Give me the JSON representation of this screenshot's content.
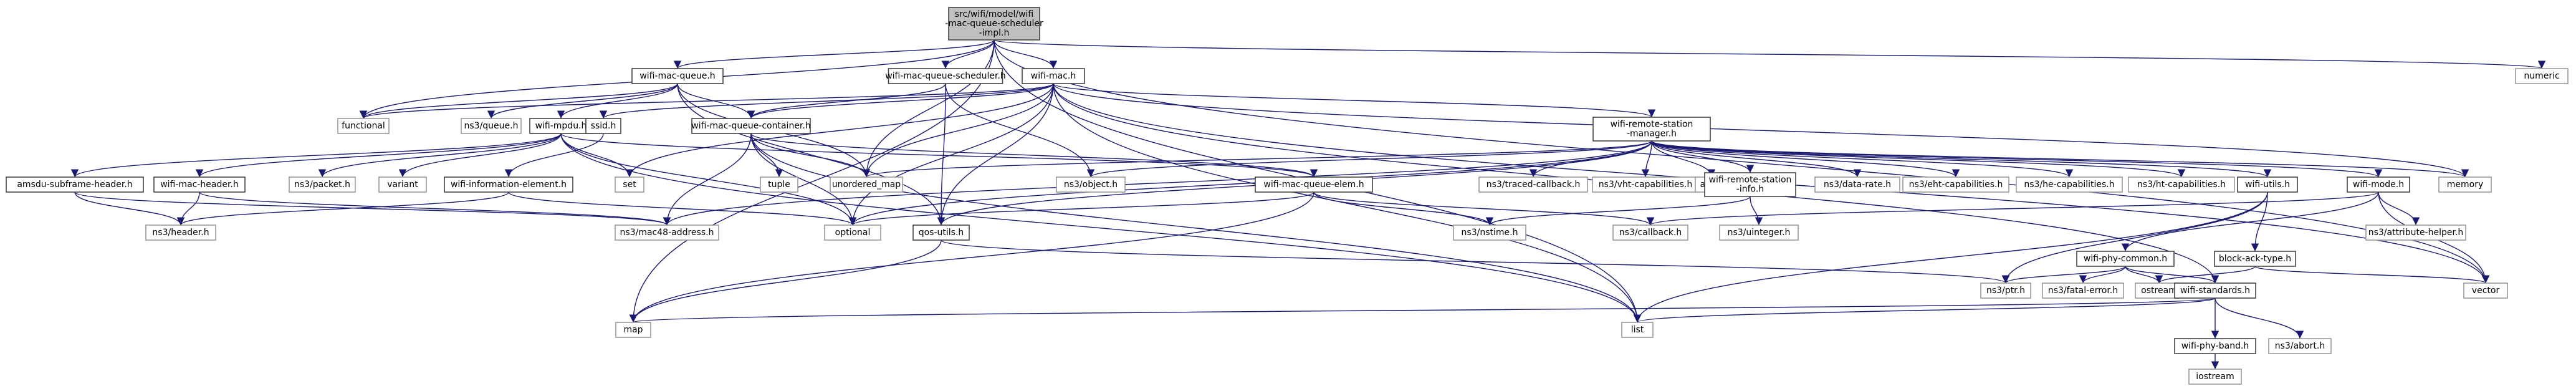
{
  "graph": {
    "edge_color": "#191970",
    "root_fill": "#bfbfbf",
    "nodes": [
      {
        "id": "root",
        "kind": "root",
        "lines": [
          "src/wifi/model/wifi",
          "-mac-queue-scheduler",
          "-impl.h"
        ]
      },
      {
        "id": "macq",
        "kind": "internal",
        "lines": [
          "wifi-mac-queue.h"
        ]
      },
      {
        "id": "mqs",
        "kind": "internal",
        "lines": [
          "wifi-mac-queue-scheduler.h"
        ]
      },
      {
        "id": "mac",
        "kind": "internal",
        "lines": [
          "wifi-mac.h"
        ]
      },
      {
        "id": "functional",
        "kind": "leaf",
        "lines": [
          "functional"
        ]
      },
      {
        "id": "queue",
        "kind": "leaf",
        "lines": [
          "ns3/queue.h"
        ]
      },
      {
        "id": "mpdu",
        "kind": "internal",
        "lines": [
          "wifi-mpdu.h"
        ]
      },
      {
        "id": "ssid",
        "kind": "internal",
        "lines": [
          "ssid.h"
        ]
      },
      {
        "id": "mqc",
        "kind": "internal",
        "lines": [
          "wifi-mac-queue-container.h"
        ]
      },
      {
        "id": "rsm",
        "kind": "internal",
        "lines": [
          "wifi-remote-station",
          "-manager.h"
        ]
      },
      {
        "id": "numeric",
        "kind": "leaf",
        "lines": [
          "numeric"
        ]
      },
      {
        "id": "amsdu",
        "kind": "internal",
        "lines": [
          "amsdu-subframe-header.h"
        ]
      },
      {
        "id": "machdr",
        "kind": "internal",
        "lines": [
          "wifi-mac-header.h"
        ]
      },
      {
        "id": "packet",
        "kind": "leaf",
        "lines": [
          "ns3/packet.h"
        ]
      },
      {
        "id": "variant",
        "kind": "leaf",
        "lines": [
          "variant"
        ]
      },
      {
        "id": "wie",
        "kind": "internal",
        "lines": [
          "wifi-information-element.h"
        ]
      },
      {
        "id": "set",
        "kind": "leaf",
        "lines": [
          "set"
        ]
      },
      {
        "id": "tuple",
        "kind": "leaf",
        "lines": [
          "tuple"
        ]
      },
      {
        "id": "umap",
        "kind": "leaf",
        "lines": [
          "unordered_map"
        ]
      },
      {
        "id": "mqe",
        "kind": "internal",
        "lines": [
          "wifi-mac-queue-elem.h"
        ]
      },
      {
        "id": "object",
        "kind": "leaf",
        "lines": [
          "ns3/object.h"
        ]
      },
      {
        "id": "tcb",
        "kind": "leaf",
        "lines": [
          "ns3/traced-callback.h"
        ]
      },
      {
        "id": "vht",
        "kind": "leaf",
        "lines": [
          "ns3/vht-capabilities.h"
        ]
      },
      {
        "id": "array",
        "kind": "leaf",
        "lines": [
          "array"
        ]
      },
      {
        "id": "rsi",
        "kind": "internal",
        "lines": [
          "wifi-remote-station",
          "-info.h"
        ]
      },
      {
        "id": "drate",
        "kind": "leaf",
        "lines": [
          "ns3/data-rate.h"
        ]
      },
      {
        "id": "eht",
        "kind": "leaf",
        "lines": [
          "ns3/eht-capabilities.h"
        ]
      },
      {
        "id": "he",
        "kind": "leaf",
        "lines": [
          "ns3/he-capabilities.h"
        ]
      },
      {
        "id": "ht",
        "kind": "leaf",
        "lines": [
          "ns3/ht-capabilities.h"
        ]
      },
      {
        "id": "utils",
        "kind": "internal",
        "lines": [
          "wifi-utils.h"
        ]
      },
      {
        "id": "mode",
        "kind": "internal",
        "lines": [
          "wifi-mode.h"
        ]
      },
      {
        "id": "memory",
        "kind": "leaf",
        "lines": [
          "memory"
        ]
      },
      {
        "id": "header",
        "kind": "leaf",
        "lines": [
          "ns3/header.h"
        ]
      },
      {
        "id": "mac48",
        "kind": "leaf",
        "lines": [
          "ns3/mac48-address.h"
        ]
      },
      {
        "id": "optional",
        "kind": "leaf",
        "lines": [
          "optional"
        ]
      },
      {
        "id": "qos",
        "kind": "internal",
        "lines": [
          "qos-utils.h"
        ]
      },
      {
        "id": "nstime",
        "kind": "leaf",
        "lines": [
          "ns3/nstime.h"
        ]
      },
      {
        "id": "uinteger",
        "kind": "leaf",
        "lines": [
          "ns3/uinteger.h"
        ]
      },
      {
        "id": "callback",
        "kind": "leaf",
        "lines": [
          "ns3/callback.h"
        ]
      },
      {
        "id": "phycommon",
        "kind": "internal",
        "lines": [
          "wifi-phy-common.h"
        ]
      },
      {
        "id": "bat",
        "kind": "internal",
        "lines": [
          "block-ack-type.h"
        ]
      },
      {
        "id": "attr",
        "kind": "leaf",
        "lines": [
          "ns3/attribute-helper.h"
        ]
      },
      {
        "id": "ptr",
        "kind": "leaf",
        "lines": [
          "ns3/ptr.h"
        ]
      },
      {
        "id": "fatal",
        "kind": "leaf",
        "lines": [
          "ns3/fatal-error.h"
        ]
      },
      {
        "id": "ostream",
        "kind": "leaf",
        "lines": [
          "ostream"
        ]
      },
      {
        "id": "std",
        "kind": "internal",
        "lines": [
          "wifi-standards.h"
        ]
      },
      {
        "id": "vector",
        "kind": "leaf",
        "lines": [
          "vector"
        ]
      },
      {
        "id": "map",
        "kind": "leaf",
        "lines": [
          "map"
        ]
      },
      {
        "id": "list",
        "kind": "leaf",
        "lines": [
          "list"
        ]
      },
      {
        "id": "band",
        "kind": "internal",
        "lines": [
          "wifi-phy-band.h"
        ]
      },
      {
        "id": "abort",
        "kind": "leaf",
        "lines": [
          "ns3/abort.h"
        ]
      },
      {
        "id": "iostream",
        "kind": "leaf",
        "lines": [
          "iostream"
        ]
      }
    ],
    "edges": [
      [
        "root",
        "macq"
      ],
      [
        "root",
        "mqs"
      ],
      [
        "root",
        "mac"
      ],
      [
        "root",
        "functional"
      ],
      [
        "root",
        "numeric"
      ],
      [
        "root",
        "umap"
      ],
      [
        "root",
        "vector"
      ],
      [
        "root",
        "map"
      ],
      [
        "root",
        "list"
      ],
      [
        "macq",
        "functional"
      ],
      [
        "macq",
        "queue"
      ],
      [
        "macq",
        "mpdu"
      ],
      [
        "macq",
        "mqc"
      ],
      [
        "macq",
        "umap"
      ],
      [
        "macq",
        "qos"
      ],
      [
        "mqs",
        "mqc"
      ],
      [
        "mqs",
        "object"
      ],
      [
        "mqs",
        "qos"
      ],
      [
        "mac",
        "ssid"
      ],
      [
        "mac",
        "mqc"
      ],
      [
        "mac",
        "rsm"
      ],
      [
        "mac",
        "functional"
      ],
      [
        "mac",
        "umap"
      ],
      [
        "mac",
        "optional"
      ],
      [
        "mac",
        "qos"
      ],
      [
        "mac",
        "set"
      ],
      [
        "mac",
        "list"
      ],
      [
        "mac",
        "memory"
      ],
      [
        "mac",
        "vector"
      ],
      [
        "mac",
        "std"
      ],
      [
        "mpdu",
        "amsdu"
      ],
      [
        "mpdu",
        "machdr"
      ],
      [
        "mpdu",
        "packet"
      ],
      [
        "mpdu",
        "variant"
      ],
      [
        "mpdu",
        "set"
      ],
      [
        "mpdu",
        "mqe"
      ],
      [
        "mpdu",
        "optional"
      ],
      [
        "mpdu",
        "list"
      ],
      [
        "ssid",
        "wie"
      ],
      [
        "mqc",
        "mqe"
      ],
      [
        "mqc",
        "tuple"
      ],
      [
        "mqc",
        "umap"
      ],
      [
        "mqc",
        "optional"
      ],
      [
        "mqc",
        "mac48"
      ],
      [
        "mqc",
        "list"
      ],
      [
        "rsm",
        "tcb"
      ],
      [
        "rsm",
        "vht"
      ],
      [
        "rsm",
        "array"
      ],
      [
        "rsm",
        "rsi"
      ],
      [
        "rsm",
        "drate"
      ],
      [
        "rsm",
        "eht"
      ],
      [
        "rsm",
        "he"
      ],
      [
        "rsm",
        "ht"
      ],
      [
        "rsm",
        "utils"
      ],
      [
        "rsm",
        "mode"
      ],
      [
        "rsm",
        "memory"
      ],
      [
        "rsm",
        "umap"
      ],
      [
        "rsm",
        "object"
      ],
      [
        "rsm",
        "optional"
      ],
      [
        "rsm",
        "qos"
      ],
      [
        "rsm",
        "mac48"
      ],
      [
        "amsdu",
        "header"
      ],
      [
        "amsdu",
        "mac48"
      ],
      [
        "machdr",
        "header"
      ],
      [
        "machdr",
        "mac48"
      ],
      [
        "wie",
        "header"
      ],
      [
        "wie",
        "optional"
      ],
      [
        "mqe",
        "nstime"
      ],
      [
        "mqe",
        "callback"
      ],
      [
        "mqe",
        "optional"
      ],
      [
        "mqe",
        "map"
      ],
      [
        "rsi",
        "nstime"
      ],
      [
        "rsi",
        "uinteger"
      ],
      [
        "utils",
        "bat"
      ],
      [
        "utils",
        "ptr"
      ],
      [
        "utils",
        "list"
      ],
      [
        "mode",
        "phycommon"
      ],
      [
        "mode",
        "attr"
      ],
      [
        "mode",
        "callback"
      ],
      [
        "mode",
        "vector"
      ],
      [
        "qos",
        "ptr"
      ],
      [
        "qos",
        "map"
      ],
      [
        "phycommon",
        "ptr"
      ],
      [
        "phycommon",
        "fatal"
      ],
      [
        "phycommon",
        "ostream"
      ],
      [
        "phycommon",
        "std"
      ],
      [
        "bat",
        "ostream"
      ],
      [
        "bat",
        "vector"
      ],
      [
        "std",
        "band"
      ],
      [
        "std",
        "abort"
      ],
      [
        "std",
        "map"
      ],
      [
        "std",
        "list"
      ],
      [
        "band",
        "iostream"
      ]
    ]
  }
}
